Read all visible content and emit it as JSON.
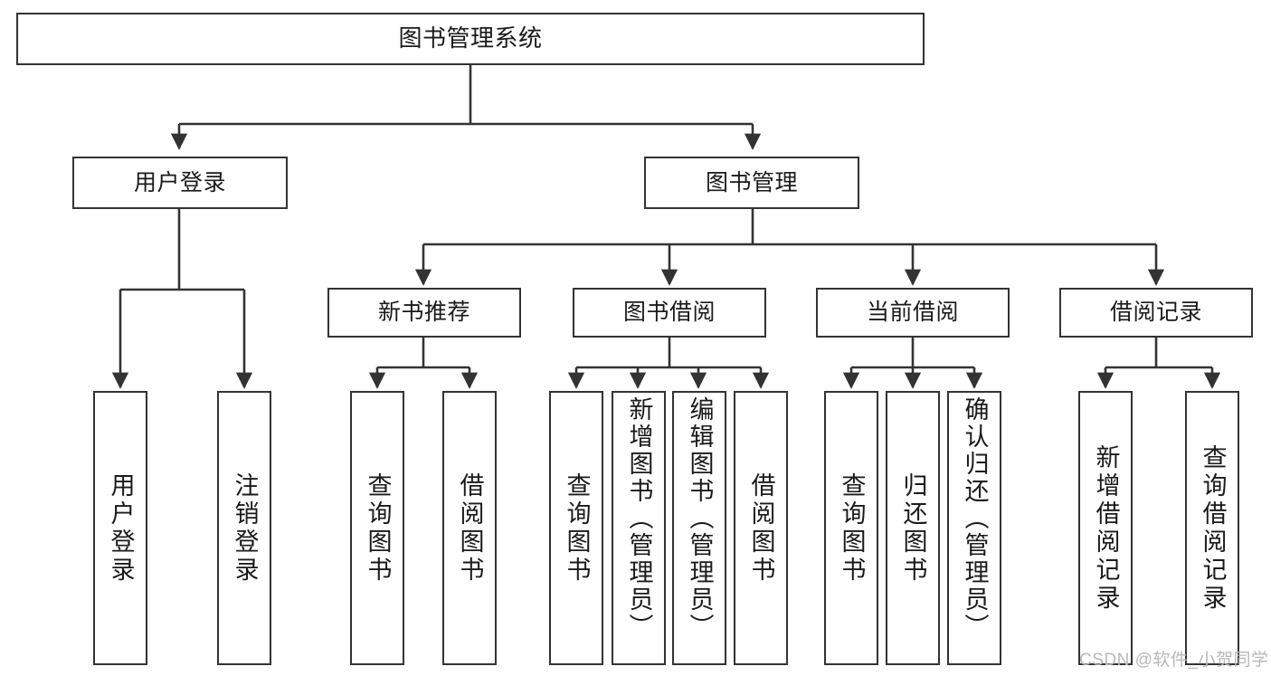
{
  "diagram": {
    "title": "图书管理系统",
    "type": "tree-hierarchy-diagram",
    "colors": {
      "box_border": "#333333",
      "box_fill": "#ffffff",
      "edge": "#333333",
      "text": "#1a1a1a",
      "watermark": "#b8b8b8",
      "background": "#ffffff"
    },
    "nodes": {
      "root": {
        "label": "图书管理系统"
      },
      "level2": [
        {
          "label": "用户登录"
        },
        {
          "label": "图书管理"
        }
      ],
      "level3": [
        {
          "label": "新书推荐"
        },
        {
          "label": "图书借阅"
        },
        {
          "label": "当前借阅"
        },
        {
          "label": "借阅记录"
        }
      ],
      "leaves": {
        "user_login": [
          {
            "label": "用户登录"
          },
          {
            "label": "注销登录"
          }
        ],
        "new_book_recommend": [
          {
            "label": "查询图书"
          },
          {
            "label": "借阅图书"
          }
        ],
        "book_borrow": [
          {
            "label": "查询图书"
          },
          {
            "label": "新增图书（管理员）"
          },
          {
            "label": "编辑图书（管理员）"
          },
          {
            "label": "借阅图书"
          }
        ],
        "current_borrow": [
          {
            "label": "查询图书"
          },
          {
            "label": "归还图书"
          },
          {
            "label": "确认归还（管理员）"
          }
        ],
        "borrow_record": [
          {
            "label": "新增借阅记录"
          },
          {
            "label": "查询借阅记录"
          }
        ]
      }
    },
    "watermark": "CSDN @软件_小贺同学"
  }
}
